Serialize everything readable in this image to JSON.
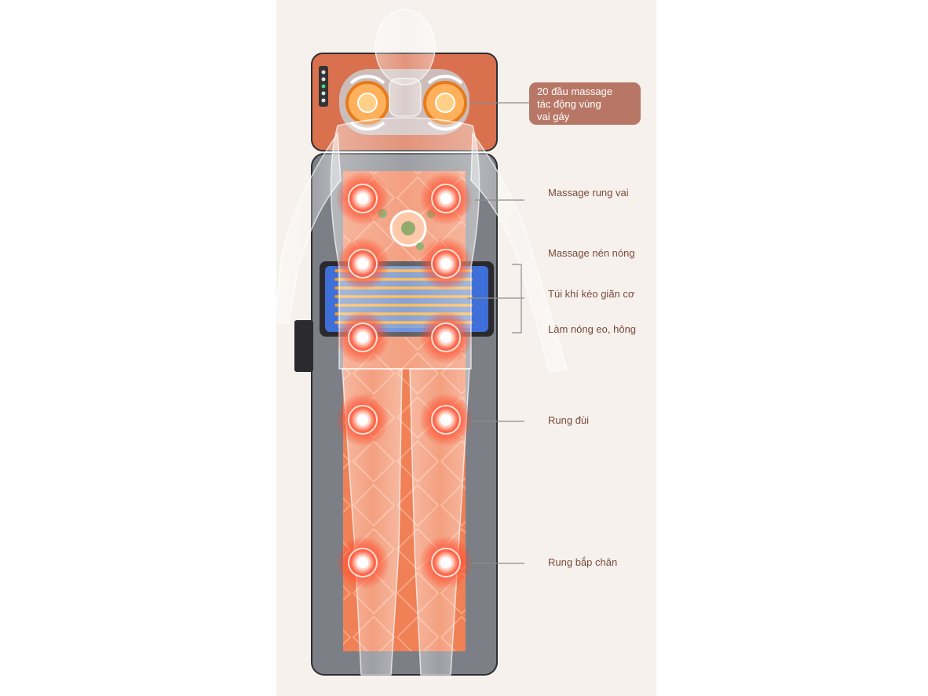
{
  "callout": {
    "lines": [
      "20 đầu massage",
      "tác động vùng",
      "vai gáy"
    ]
  },
  "labels": {
    "shoulder_vibration": "Massage rung vai",
    "hot_stone": "Massage nén nóng",
    "air_bag": "Túi khí kéo giãn cơ",
    "waist_heat": "Làm nóng eo, hông",
    "thigh_vibration": "Rung đùi",
    "calf_vibration": "Rung bắp chân"
  },
  "colors": {
    "panel_bg": "#f6f1ec",
    "mat_frame": "#7c7f86",
    "mat_center": "#f08056",
    "pillow": "#d9714f",
    "hot_spot": "#ff4a2a",
    "heater": "#ff9b1e",
    "airbag": "#3f6fd8",
    "label_text": "#7a4a3c",
    "callout_bg": "#b87766"
  },
  "icons": {
    "massage_node": "glowing-vibration-node-icon",
    "roller": "rotating-massage-roller-icon",
    "stone": "hot-stone-icon",
    "controller": "remote-controller-icon"
  }
}
